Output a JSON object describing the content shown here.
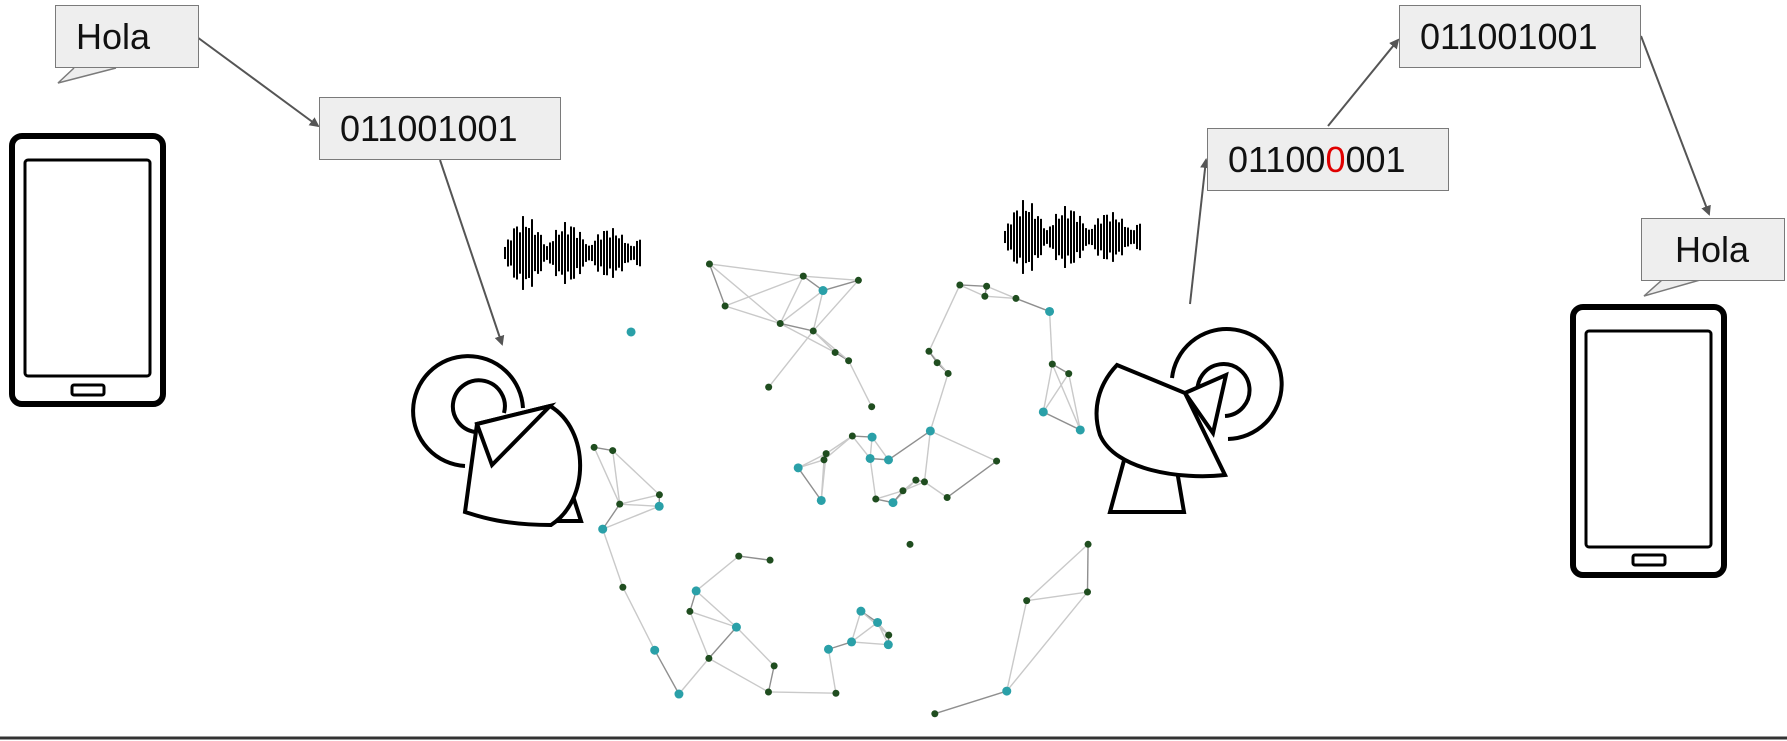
{
  "sender": {
    "speech": "Hola",
    "encoded_bits": "011001001"
  },
  "receiver": {
    "received_bits": {
      "prefix": "01100",
      "error_bit": "0",
      "suffix": "001"
    },
    "corrected_bits": "011001001",
    "speech": "Hola"
  },
  "colors": {
    "box_fill": "#eeeeee",
    "box_border": "#7a7a7a",
    "arrow": "#555555",
    "error_bit": "#e00000",
    "node_dark": "#1f4d1f",
    "node_teal": "#2aa0a8"
  },
  "icons": [
    "smartphone-icon",
    "speech-bubble-icon",
    "satellite-dish-icon",
    "sound-wave-icon",
    "network-mesh-icon",
    "arrow-icon"
  ]
}
